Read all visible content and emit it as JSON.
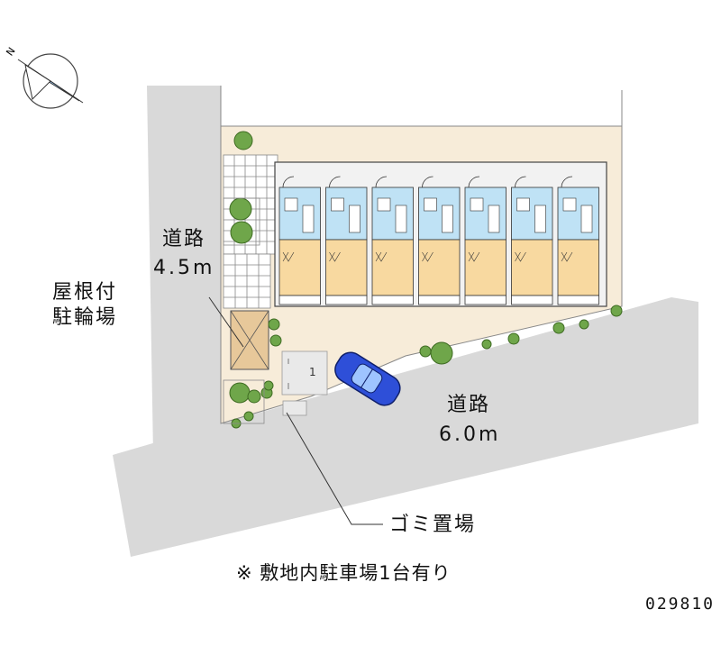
{
  "compass": {
    "north_label": "N"
  },
  "roads": {
    "left": {
      "name": "道路",
      "width": "4.5m"
    },
    "front": {
      "name": "道路",
      "width": "6.0m"
    }
  },
  "bike_parking": {
    "line1": "屋根付",
    "line2": "駐輪場"
  },
  "garbage": {
    "label": "ゴミ置場"
  },
  "parking": {
    "slot_number": "1"
  },
  "note": "※ 敷地内駐車場1台有り",
  "property_code": "029810",
  "colors": {
    "road": "#d9d9d9",
    "site": "#f7ecd9",
    "room": "#f8d9a0",
    "bath": "#bfe2f5",
    "car": "#2e4fd8",
    "tree": "#6fa64a"
  },
  "units": [
    {
      "id": "unit-1"
    },
    {
      "id": "unit-2"
    },
    {
      "id": "unit-3"
    },
    {
      "id": "unit-4"
    },
    {
      "id": "unit-5"
    },
    {
      "id": "unit-6"
    },
    {
      "id": "unit-7"
    }
  ]
}
